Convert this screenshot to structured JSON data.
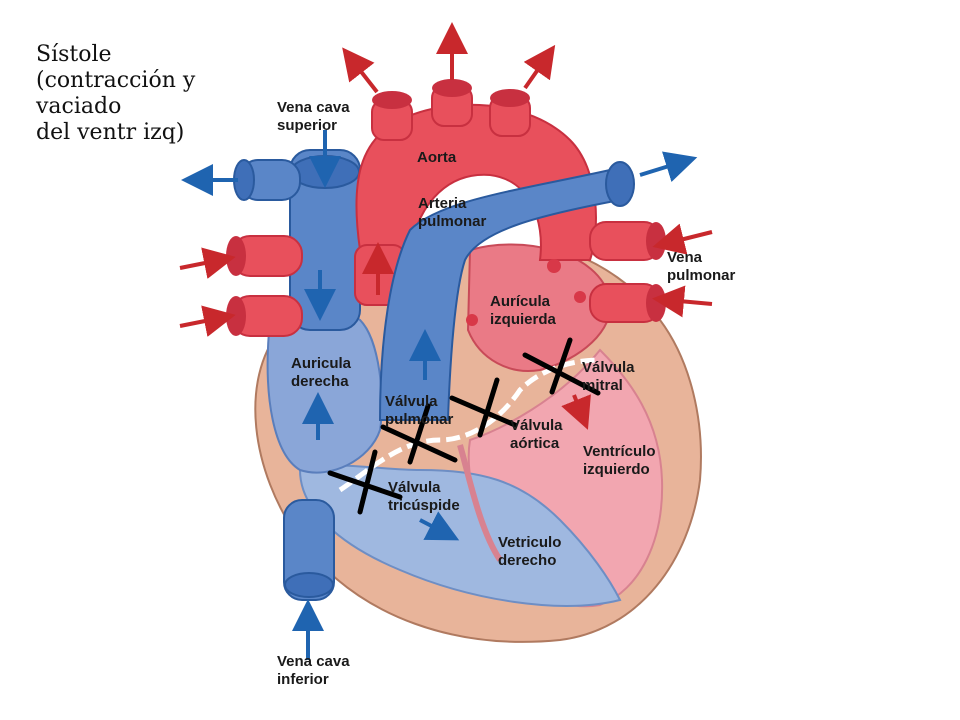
{
  "title": {
    "line1": "Sístole",
    "line2": "(contracción y",
    "line3": "vaciado",
    "line4": "del ventr izq)"
  },
  "labels": {
    "vena_cava_superior": [
      "Vena cava",
      "superior"
    ],
    "aorta": [
      "Aorta"
    ],
    "arteria_pulmonar": [
      "Arteria",
      "pulmonar"
    ],
    "vena_pulmonar": [
      "Vena",
      "pulmonar"
    ],
    "auricula_izquierda": [
      "Aurícula",
      "izquierda"
    ],
    "auricula_derecha": [
      "Auricula",
      "derecha"
    ],
    "valvula_pulmonar": [
      "Válvula",
      "pulmonar"
    ],
    "valvula_mitral": [
      "Válvula",
      "mitral"
    ],
    "valvula_aortica": [
      "Válvula",
      "aórtica"
    ],
    "ventriculo_izquierdo": [
      "Ventrículo",
      "izquierdo"
    ],
    "valvula_tricuspide": [
      "Válvula",
      "tricúspide"
    ],
    "ventriculo_derecho": [
      "Vetriculo",
      "derecho"
    ],
    "vena_cava_inferior": [
      "Vena cava",
      "inferior"
    ]
  },
  "colors": {
    "venous_blue": "#5a86c8",
    "venous_blue_dark": "#2a5a9e",
    "arterial_red": "#e8505c",
    "arterial_red_dark": "#c83040",
    "chamber_left": "#f2a6b0",
    "chamber_right": "#9fb8e0",
    "wall": "#e8b49a",
    "arrow_blue": "#1f64b0",
    "arrow_red": "#c8282c",
    "valve_cross": "#000000"
  }
}
